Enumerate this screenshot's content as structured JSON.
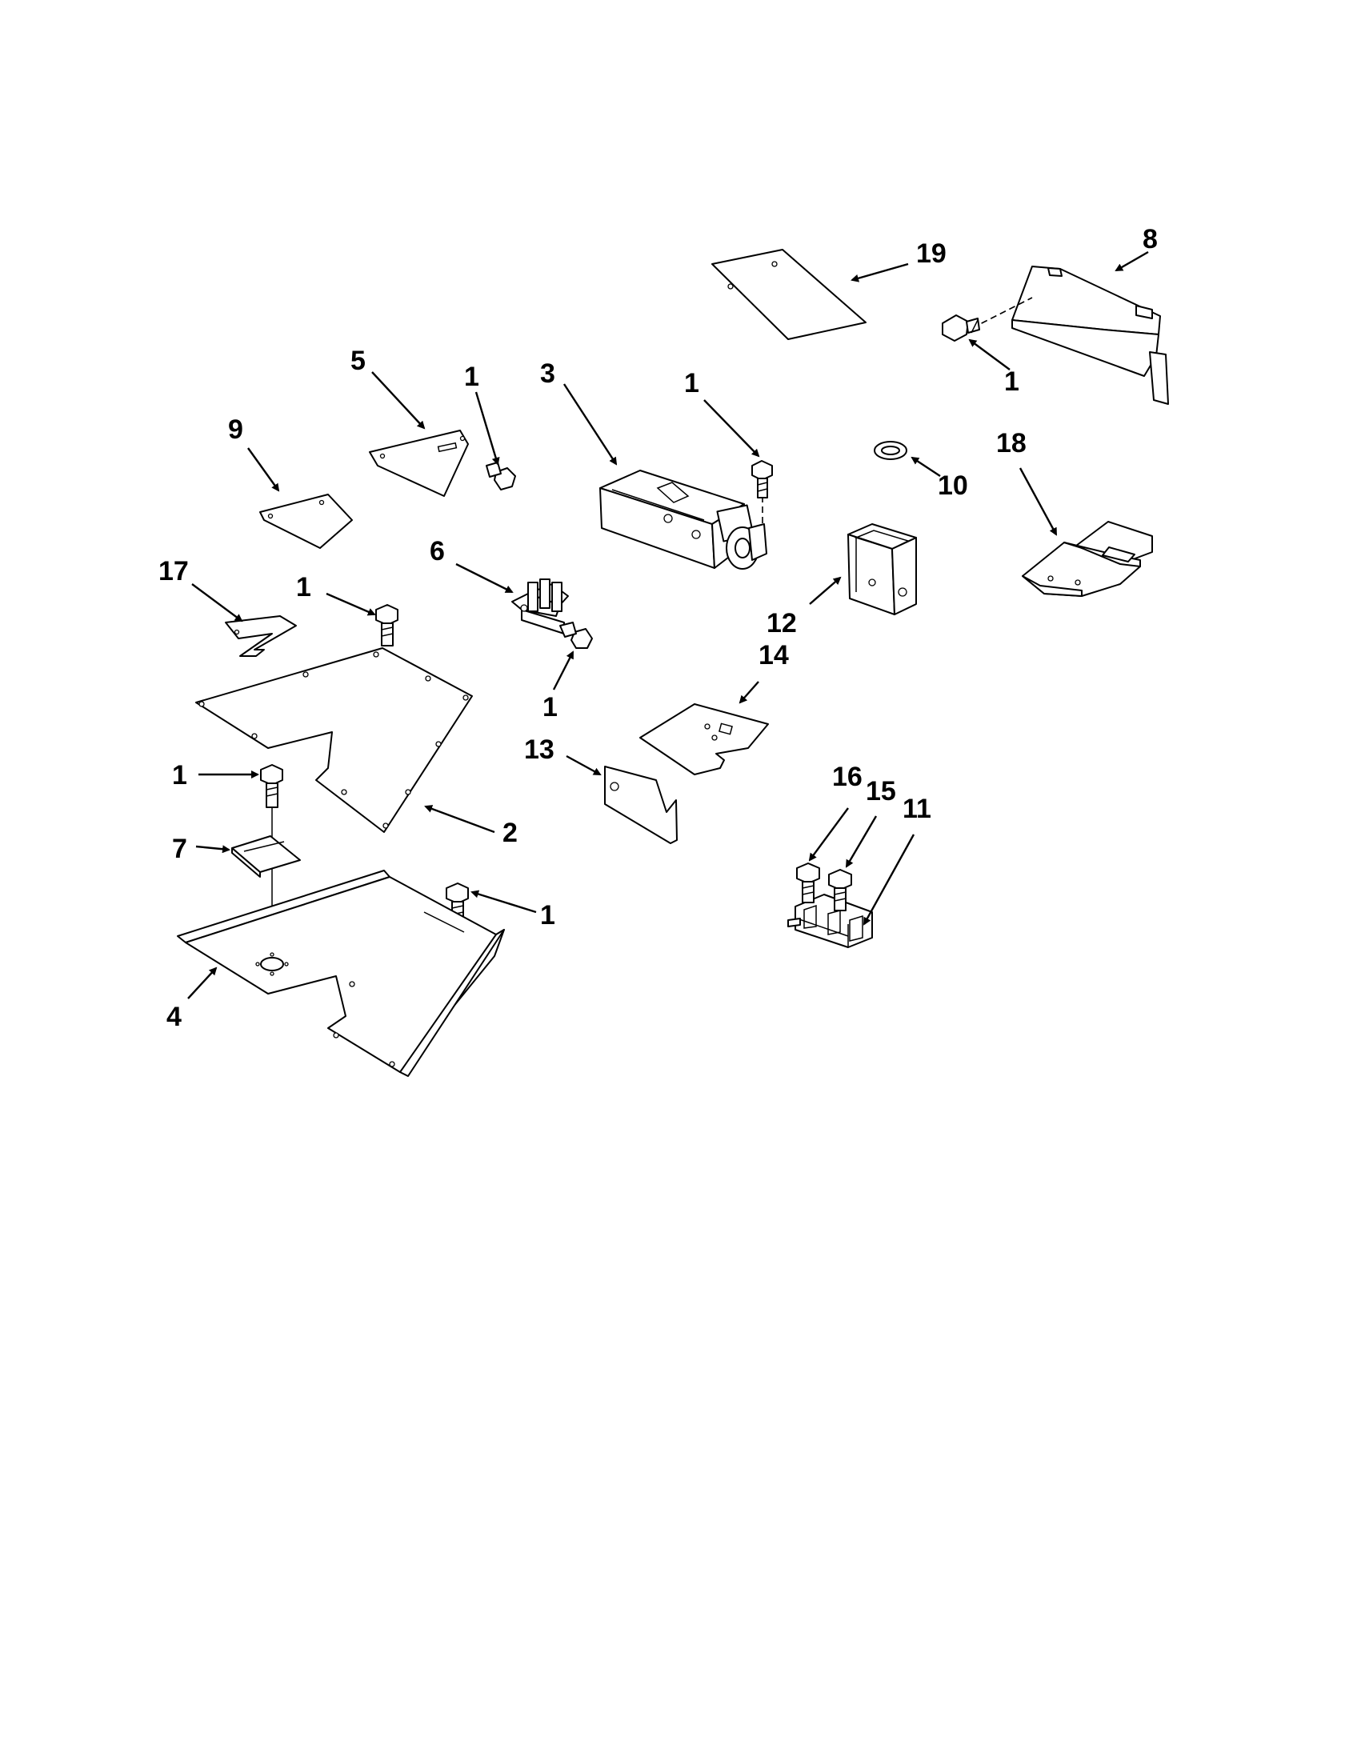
{
  "figure": {
    "labels": {
      "p1a": "1",
      "p1b": "1",
      "p1c": "1",
      "p1d": "1",
      "p1e": "1",
      "p1f": "1",
      "p1g": "1",
      "p2": "2",
      "p3": "3",
      "p4": "4",
      "p5": "5",
      "p6": "6",
      "p7": "7",
      "p8": "8",
      "p9": "9",
      "p10": "10",
      "p11": "11",
      "p12": "12",
      "p13": "13",
      "p14": "14",
      "p15": "15",
      "p16": "16",
      "p17": "17",
      "p18": "18",
      "p19": "19"
    }
  }
}
